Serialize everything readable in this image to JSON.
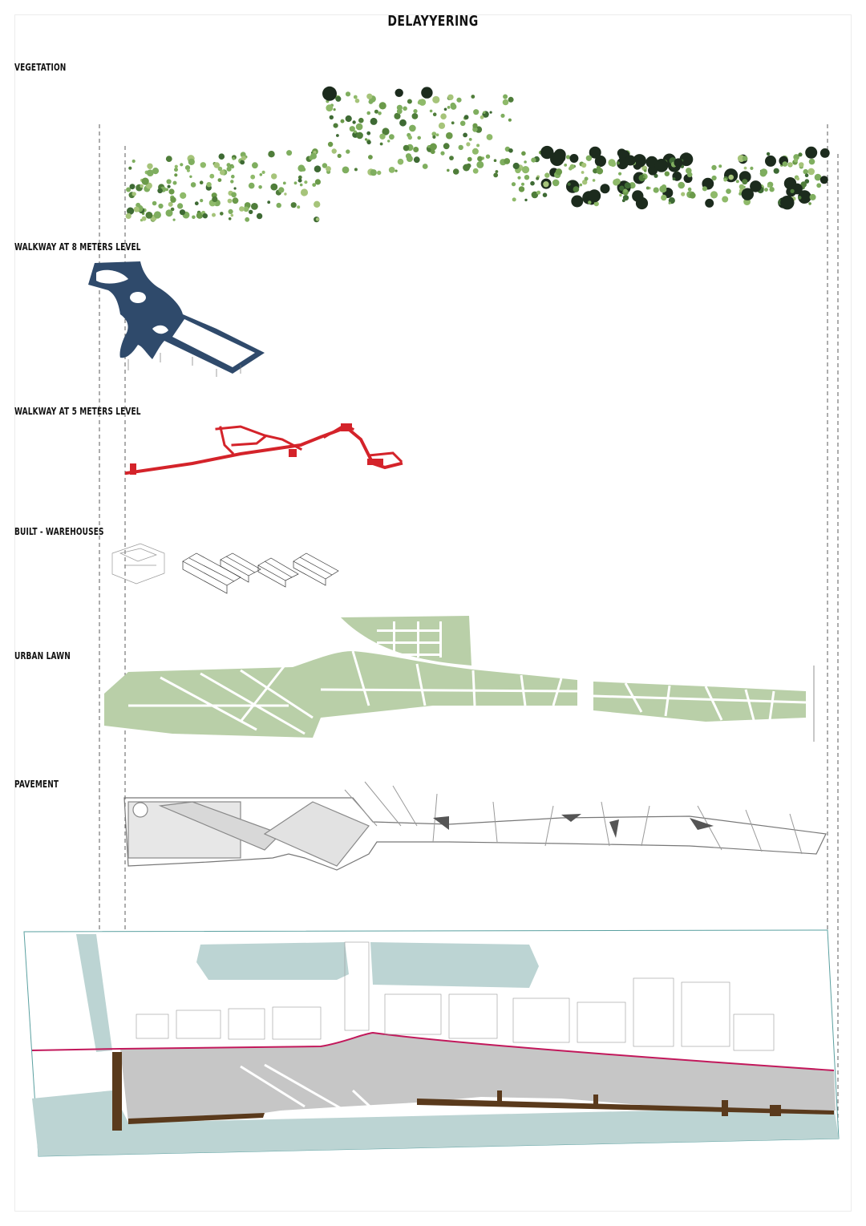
{
  "title": "DELAYYERING",
  "layers": [
    {
      "id": "vegetation",
      "label": "VEGETATION"
    },
    {
      "id": "walkway8",
      "label": "WALKWAY AT 8 METERS LEVEL"
    },
    {
      "id": "walkway5",
      "label": "WALKWAY AT 5 METERS LEVEL"
    },
    {
      "id": "warehouses",
      "label": "BUILT - WAREHOUSES"
    },
    {
      "id": "lawn",
      "label": "URBAN LAWN"
    },
    {
      "id": "pavement",
      "label": "PAVEMENT"
    }
  ],
  "colors": {
    "walkway8": "#2f4a6b",
    "walkway5": "#d4232a",
    "lawn": "#b9cfa8",
    "water": "#bcd4d3",
    "ground": "#c6c6c6",
    "edge": "#c2185b",
    "promenade": "#5a3a1c",
    "tree_dark": "#1c2b1d",
    "tree_light": "#7fae5f"
  }
}
